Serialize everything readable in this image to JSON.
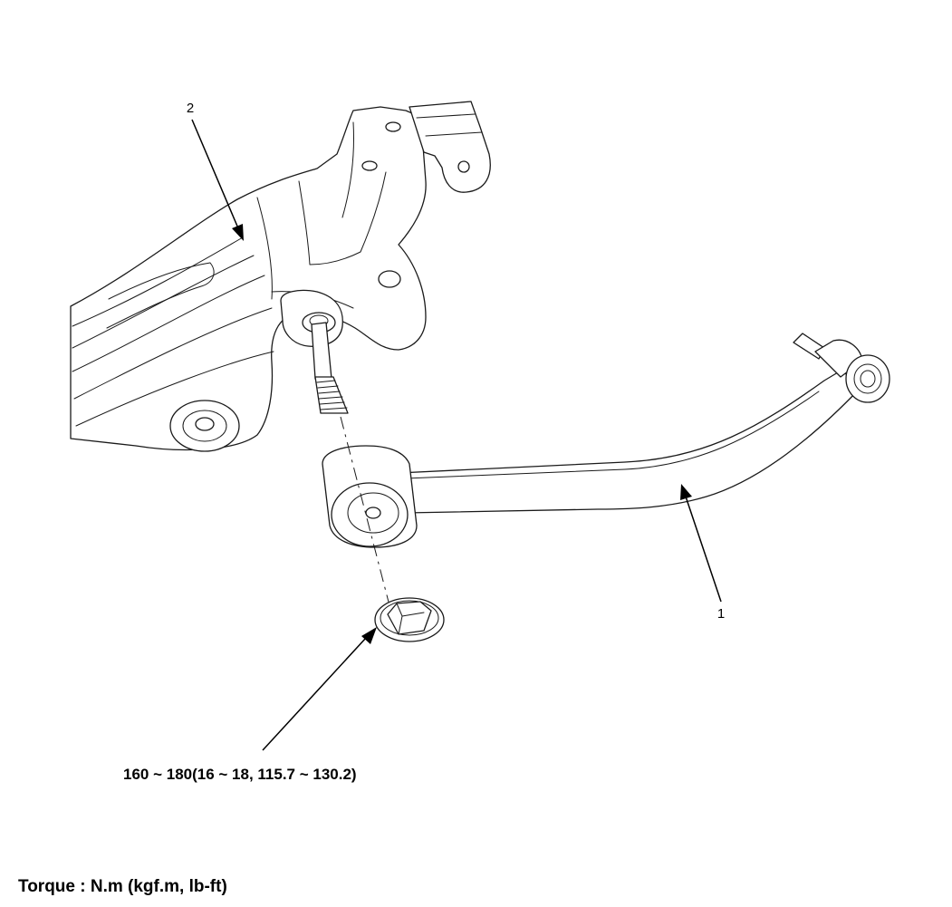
{
  "callouts": {
    "part_1": "1",
    "part_2": "2"
  },
  "torque_spec": "160 ~ 180(16 ~ 18, 115.7 ~ 130.2)",
  "footer": "Torque : N.m (kgf.m, lb-ft)"
}
